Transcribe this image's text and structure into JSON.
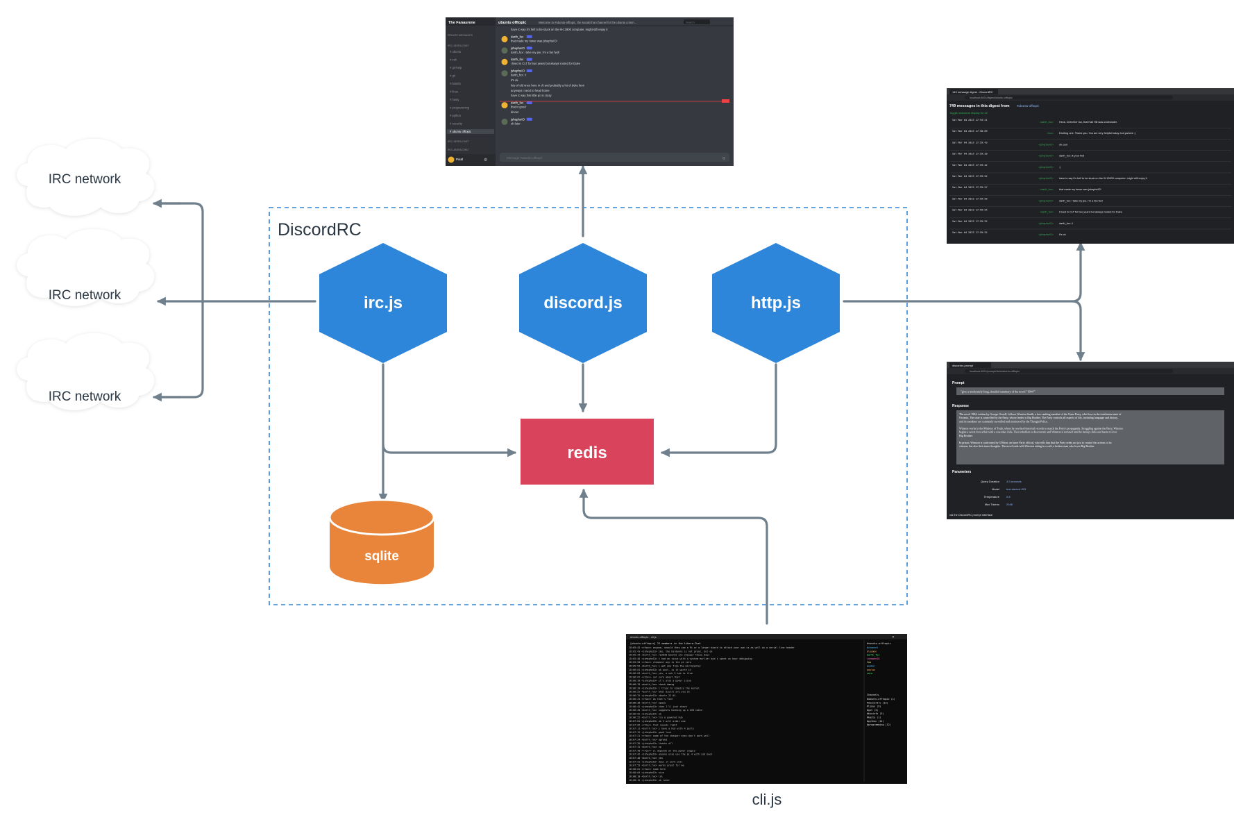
{
  "title": "DiscordRC",
  "networks": [
    "IRC network",
    "IRC network",
    "IRC network"
  ],
  "nodes": {
    "irc": "irc.js",
    "discord": "discord.js",
    "http": "http.js",
    "redis": "redis",
    "sqlite": "sqlite",
    "cli": "cli.js"
  },
  "colors": {
    "hexagon": "#2d86d9",
    "redis": "#d9435c",
    "sqlite": "#e8853a",
    "arrow": "#6f7f8c",
    "boundary": "#2f86d6"
  },
  "discord_screenshot": {
    "server": "The Fanasrene",
    "channel": "ubuntu offtopic",
    "search_placeholder": "Search",
    "topic": "Welcome to #ubuntu-offtopic, the social/chat channel for the ubuntu comm...",
    "sidebar_sections": [
      "PRIVATE MESSAGES",
      "IRC.LIBERA.CHAT",
      "IRC.LIBERA.CHAT",
      "IRC.LIBERA.CHAT"
    ],
    "channels": [
      "ubuntu",
      "zsh",
      "git-help",
      "git",
      "bioinfo",
      "linux",
      "hasty",
      "programming",
      "python",
      "security",
      "ubuntu offtopic"
    ],
    "user": "Pautl",
    "messages": [
      {
        "author": "",
        "text": "have to say it's hell to be stuck on the i9-13900 computer. might still enjoy it"
      },
      {
        "author": "darth_fux",
        "text": "that made my tower was jshepheIO!"
      },
      {
        "author": "jshepheIO",
        "text": "darth_fux: i take my jee, i'm a fan fwd!"
      },
      {
        "author": "darth_fux",
        "text": "i lived in CLT for two years but always rooted for Duke"
      },
      {
        "author": "jshepheIO",
        "text": "darth_fux: ii"
      },
      {
        "author": "",
        "text": "it's ok"
      },
      {
        "author": "",
        "text": "lots of old ones here in clt and probably a lot of duke fans"
      },
      {
        "author": "",
        "text": "anyways i need to head home"
      },
      {
        "author": "",
        "text": "have to say this little pc is crazy"
      },
      {
        "author": "darth_fux",
        "text": "that is good"
      },
      {
        "author": "",
        "text": "dinner"
      },
      {
        "author": "jshepheIO",
        "text": "ok later"
      }
    ],
    "input_placeholder": "Message #ubuntu-offtopic"
  },
  "digest_screenshot": {
    "tab": "143 message digest - DiscordRC",
    "url": "localhost:4001/digest/ubuntu-offtopic",
    "heading": "749 messages in this digest from",
    "heading_channel": "#ubuntu-offtopic",
    "toggle": "Toggle nickname display for all",
    "rows": [
      {
        "date": "Sat Mar 04 2023 17:55:21",
        "nick": "<darth_fux>",
        "text": "Heck, Cheerrier too, that Hall Hill was underwater."
      },
      {
        "date": "Sat Mar 04 2023 17:58:09",
        "nick": "<foo>",
        "text": "Exciting one. Thank you. You are very helpful today everywhere :)"
      },
      {
        "date": "Sat Mar 04 2023 17:59:43",
        "nick": "<jshepheIO>",
        "text": "ok cool"
      },
      {
        "date": "Sat Mar 04 2023 17:59:20",
        "nick": "<jshepheIO>",
        "text": "darth_fux: ik your fwd"
      },
      {
        "date": "Sat Mar 04 2023 17:59:42",
        "nick": "<jshepheIO>",
        "text": ":)"
      },
      {
        "date": "Sat Mar 04 2023 17:59:52",
        "nick": "<jshepheIO>",
        "text": "have to say it's hell to be stuck on the i9-13900 computer. might still enjoy it"
      },
      {
        "date": "Sat Mar 04 2023 17:59:57",
        "nick": "<darth_fux>",
        "text": "that made my tower was jshepheIO!"
      },
      {
        "date": "Sat Mar 04 2023 17:59:59",
        "nick": "<jshepheIO>",
        "text": "darth_fux: i take my jee, i'm a fan fwd"
      },
      {
        "date": "Sat Mar 04 2023 17:59:54",
        "nick": "<darth_fux>",
        "text": "I lived in CLT for two years but always rooted for Duke"
      },
      {
        "date": "Sat Mar 04 2023 17:59:52",
        "nick": "<jshepheIO>",
        "text": "darth_fux: ii"
      },
      {
        "date": "Sat Mar 04 2023 17:59:52",
        "nick": "<jshepheIO>",
        "text": "it's ok"
      }
    ]
  },
  "prompt_screenshot": {
    "tab": "discordrc-prompt",
    "url": "localhost:4001/prompt/view/ubuntu-offtopic",
    "prompt_label": "Prompt",
    "prompt_text": "\"give a moderately-long, detailed summary of the novel \"1984\"\"",
    "response_label": "Response",
    "response_paragraphs": [
      "The novel 1984, written by George Orwell, follows Winston Smith, a low-ranking member of the Outer Party, who lives in the totalitarian state of Oceania. The state is controlled by the Party, whose leader is Big Brother. The Party controls all aspects of life, including language and history, and its members are constantly surveilled and monitored by the Thought Police.",
      "Winston works in the Ministry of Truth, where he rewrites historical records to match the Party's propaganda. Struggling against the Party, Winston begins a secret love affair with a coworker Julia. Their rebellion is discovered, and Winston is tortured until he betrays Julia and learns to love Big Brother.",
      "In prison, Winston is confronted by O'Brien, an Inner Party official, who tells him that the Party seeks not just to control the actions of its citizens, but also their inner thoughts. The novel ends with Winston sitting in a café, a broken man who loves Big Brother."
    ],
    "parameters_label": "Parameters",
    "parameters": [
      {
        "key": "Query Duration",
        "value": "4.5 seconds"
      },
      {
        "key": "Model",
        "value": "text-davinci-003"
      },
      {
        "key": "Temperature",
        "value": "0.8"
      },
      {
        "key": "Max Tokens",
        "value": "2048"
      }
    ],
    "footer": "via the DiscordRC prompt interface"
  },
  "terminal_screenshot": {
    "title": "ubuntu-offtopic - cli.js",
    "header": "[ubuntu-offtopic] 21 members in the Libera.Chat",
    "lines": [
      "18:05:42 <<foo>> anyone, should they use a Pi or a larger board to attach your own cs as well as a serial line header",
      "18:05:43 <jshepheIO> imo, the hardware is not great, but ok",
      "18:05:44 <darth_fux> rp2040 boards are cheaper these days",
      "18:05:48 <jshepheIO> i had an issue with a system earlier and i spent an hour debugging",
      "18:05:50 <<foo>> cheapest way is the pi zero",
      "18:05:54 <darth_fux> i got one from the microcenter",
      "18:06:01 <jshepheIO> ok wait, is it worth it",
      "18:06:03 <darth_fux> yes, a usb 3 hub is fine",
      "18:06:07 <<foo>> not sure about that",
      "18:06:10 <jshepheIO> it's also a power issue",
      "18:06:15 <darth_fux> check dmesg",
      "18:06:20 <jshepheIO> i tried to compile the kernel",
      "18:06:22 <darth_fux> what distro are you on",
      "18:06:25 <jshepheIO> ubuntu 22.04",
      "18:06:31 <<foo>> ok that's fine",
      "18:06:38 <darth_fux> space",
      "18:06:42 <jshepheIO> then I'll just check",
      "18:06:45 <darth_fux> suggests hooking up a USB cable",
      "18:06:52 <jshepheIO> ok",
      "18:06:55 <darth_fux> try a powered hub",
      "18:07:01 <jshepheIO> ok I will order one",
      "18:07:05 <<foo>> that sounds right",
      "18:07:11 <darth_fux> i have a hub with 4 ports",
      "18:07:15 <jshepheIO> good luck",
      "18:07:21 <<foo>> some of the cheaper ones don't work well",
      "18:07:24 <darth_fux> agreed",
      "18:07:30 <jshepheIO> thanks all",
      "18:07:33 <darth_fux> np",
      "18:07:38 <<foo>> it depends on the power supply",
      "18:07:42 <jshepheIO> anyone else use the pi 4 with ssd boot",
      "18:07:48 <darth_fux> yes",
      "18:07:51 <jshepheIO> does it work well",
      "18:07:55 <darth_fux> works great for me",
      "18:08:01 <<foo>> same here",
      "18:08:04 <jshepheIO> nice",
      "18:08:10 <darth_fux> lol",
      "18:08:15 <jshepheIO> ok later"
    ],
    "nicklist_title": "#ubuntu-offtopic",
    "nicklist": [
      "@channel",
      "bluemon",
      "darth_fux",
      "jshepheIO",
      "foo",
      "goober",
      "paulos",
      "zero"
    ],
    "channels_title": "Channels",
    "channels": [
      "#ubuntu-offtopic (1)",
      "#discordrc (13)",
      "#linux (9)",
      "#git (3)",
      "#bioinfo (3)",
      "#hasty (1)",
      "#python (14)",
      "#programming (12)"
    ]
  }
}
